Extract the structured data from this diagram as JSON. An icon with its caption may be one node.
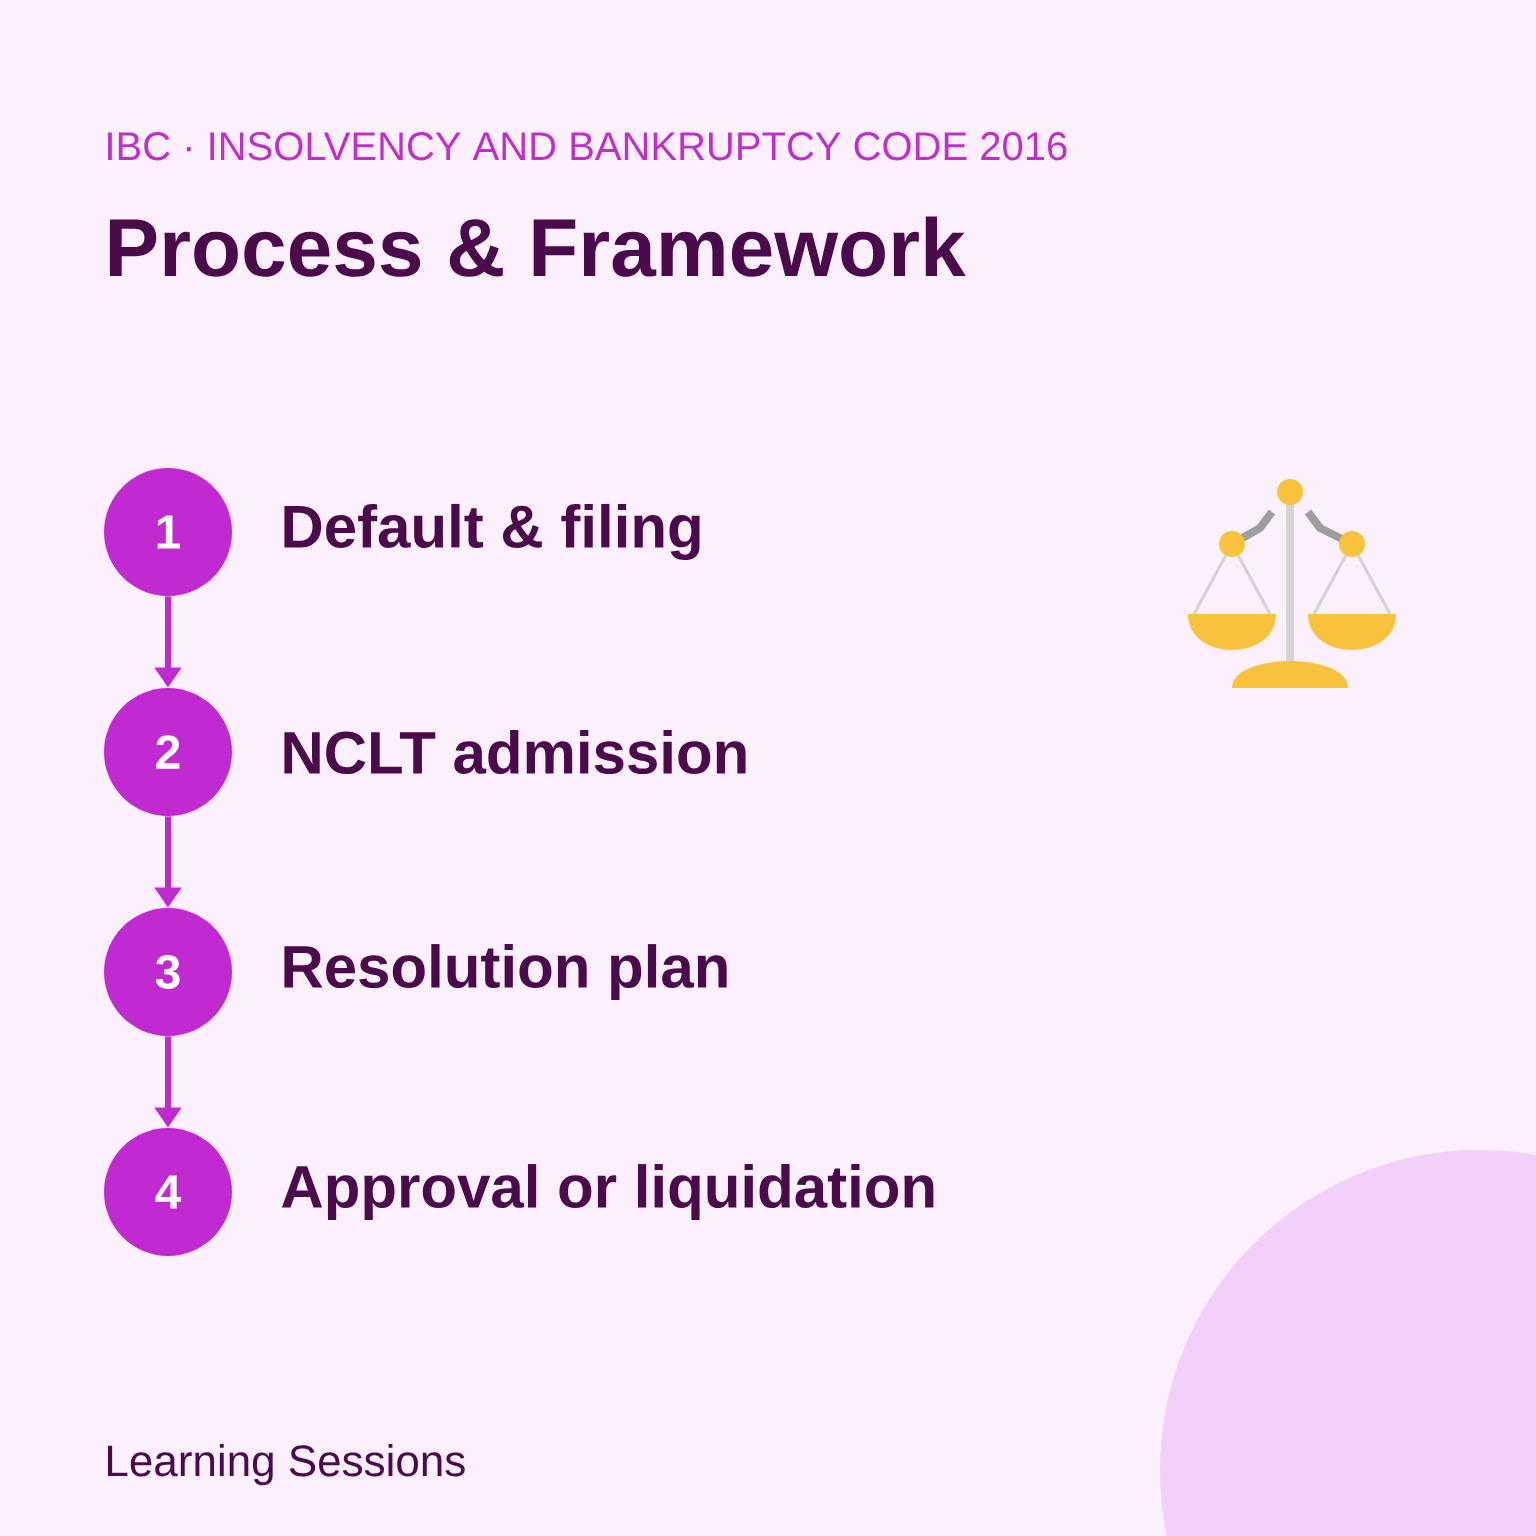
{
  "diagram": {
    "title": "Process & Framework",
    "nodes": [
      {
        "text": [
          "1"
        ],
        "beside": [
          "Default & filing"
        ]
      },
      {
        "text": [
          "2"
        ],
        "beside": [
          "NCLT admission"
        ]
      },
      {
        "text": [
          "3"
        ],
        "beside": [
          "Resolution plan"
        ]
      },
      {
        "text": [
          "4"
        ],
        "beside": [
          "Approval or liquidation"
        ]
      }
    ],
    "edges": [
      {
        "from": 0,
        "to": 1,
        "arrow": "to"
      },
      {
        "from": 1,
        "to": 2,
        "arrow": "to"
      },
      {
        "from": 2,
        "to": 3,
        "arrow": "to"
      }
    ],
    "labels": [
      "IBC · INSOLVENCY AND BANKRUPTCY CODE 2016",
      "Learning Sessions"
    ]
  }
}
